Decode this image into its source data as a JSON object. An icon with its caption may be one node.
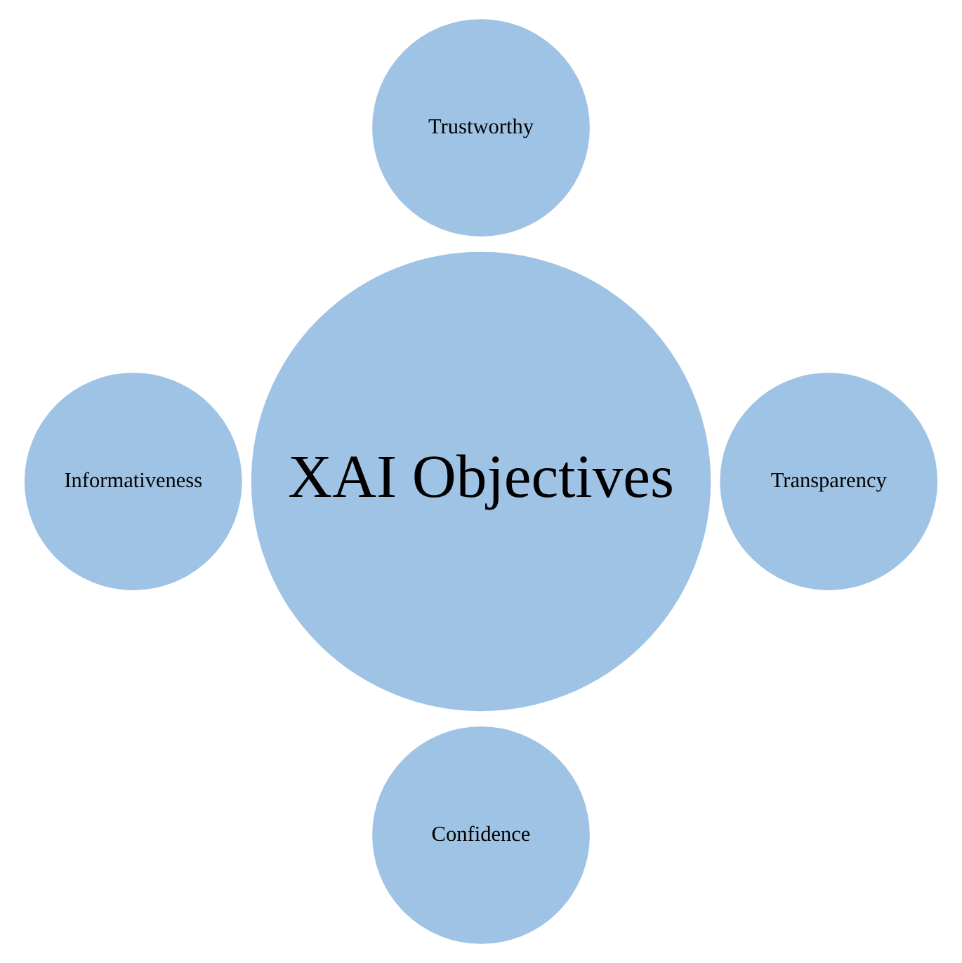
{
  "diagram": {
    "nodes": [
      {
        "text": [
          "Trustworthy"
        ]
      },
      {
        "text": [
          "Informativeness"
        ]
      },
      {
        "text": [
          "XAI Objectives"
        ]
      },
      {
        "text": [
          "Transparency"
        ]
      },
      {
        "text": [
          "Confidence"
        ]
      }
    ]
  }
}
